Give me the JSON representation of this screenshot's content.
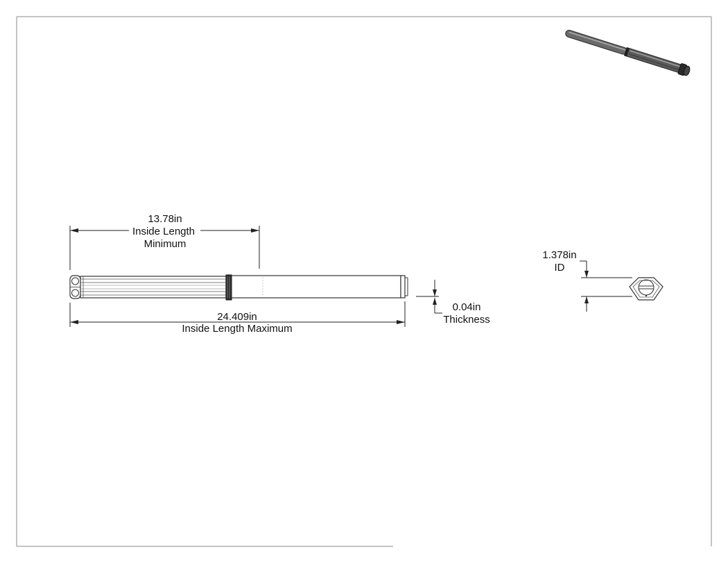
{
  "dimensions": {
    "inside_length_minimum": {
      "value": "13.78in",
      "line1": "Inside Length",
      "line2": "Minimum"
    },
    "inside_length_maximum": {
      "value": "24.409in",
      "label": "Inside Length Maximum"
    },
    "thickness": {
      "value": "0.04in",
      "label": "Thickness"
    },
    "inner_diameter": {
      "value": "1.378in",
      "label": "ID"
    }
  },
  "colors": {
    "line": "#222222",
    "part_fill": "#ffffff",
    "iso_dark": "#3a3a3a",
    "iso_light": "#9a9a9a"
  }
}
